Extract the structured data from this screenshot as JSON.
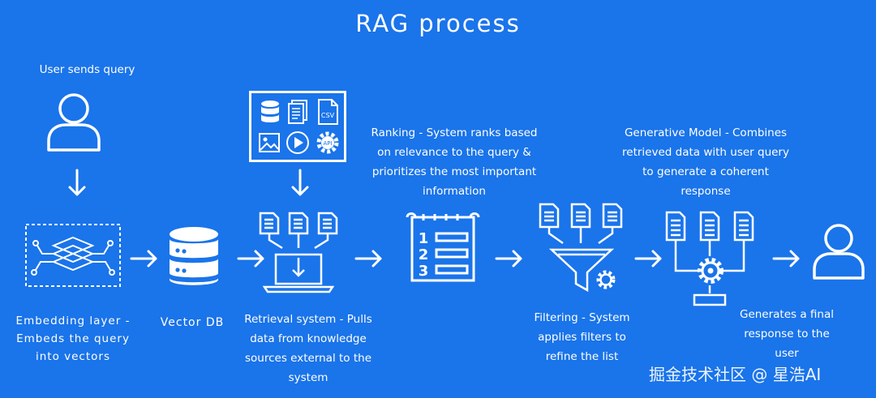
{
  "title": "RAG process",
  "steps": {
    "user_query": "User sends query",
    "embedding": [
      "Embedding layer -",
      "Embeds the query",
      "into vectors"
    ],
    "vector_db": "Vector DB",
    "retrieval": [
      "Retrieval system - Pulls",
      "data from knowledge",
      "sources external to the",
      "system"
    ],
    "ranking": [
      "Ranking - System ranks based",
      "on relevance to the query &",
      "prioritizes the most important",
      "information"
    ],
    "filtering": [
      "Filtering - System",
      "applies filters to",
      "refine the list"
    ],
    "generative": [
      "Generative Model - Combines",
      "retrieved data with user query",
      "to generate a coherent",
      "response"
    ],
    "response": [
      "Generates a final",
      "response to the",
      "user"
    ]
  },
  "source_icons": [
    "database-icon",
    "documents-icon",
    "csv-icon",
    "image-icon",
    "video-icon",
    "api-icon"
  ],
  "ranking_numbers": [
    "1",
    "2",
    "3"
  ],
  "csv_label": "CSV",
  "api_label": "API",
  "watermark": "掘金技术社区 @ 星浩AI",
  "colors": {
    "background": "#1a74ea",
    "foreground": "#ffffff"
  }
}
